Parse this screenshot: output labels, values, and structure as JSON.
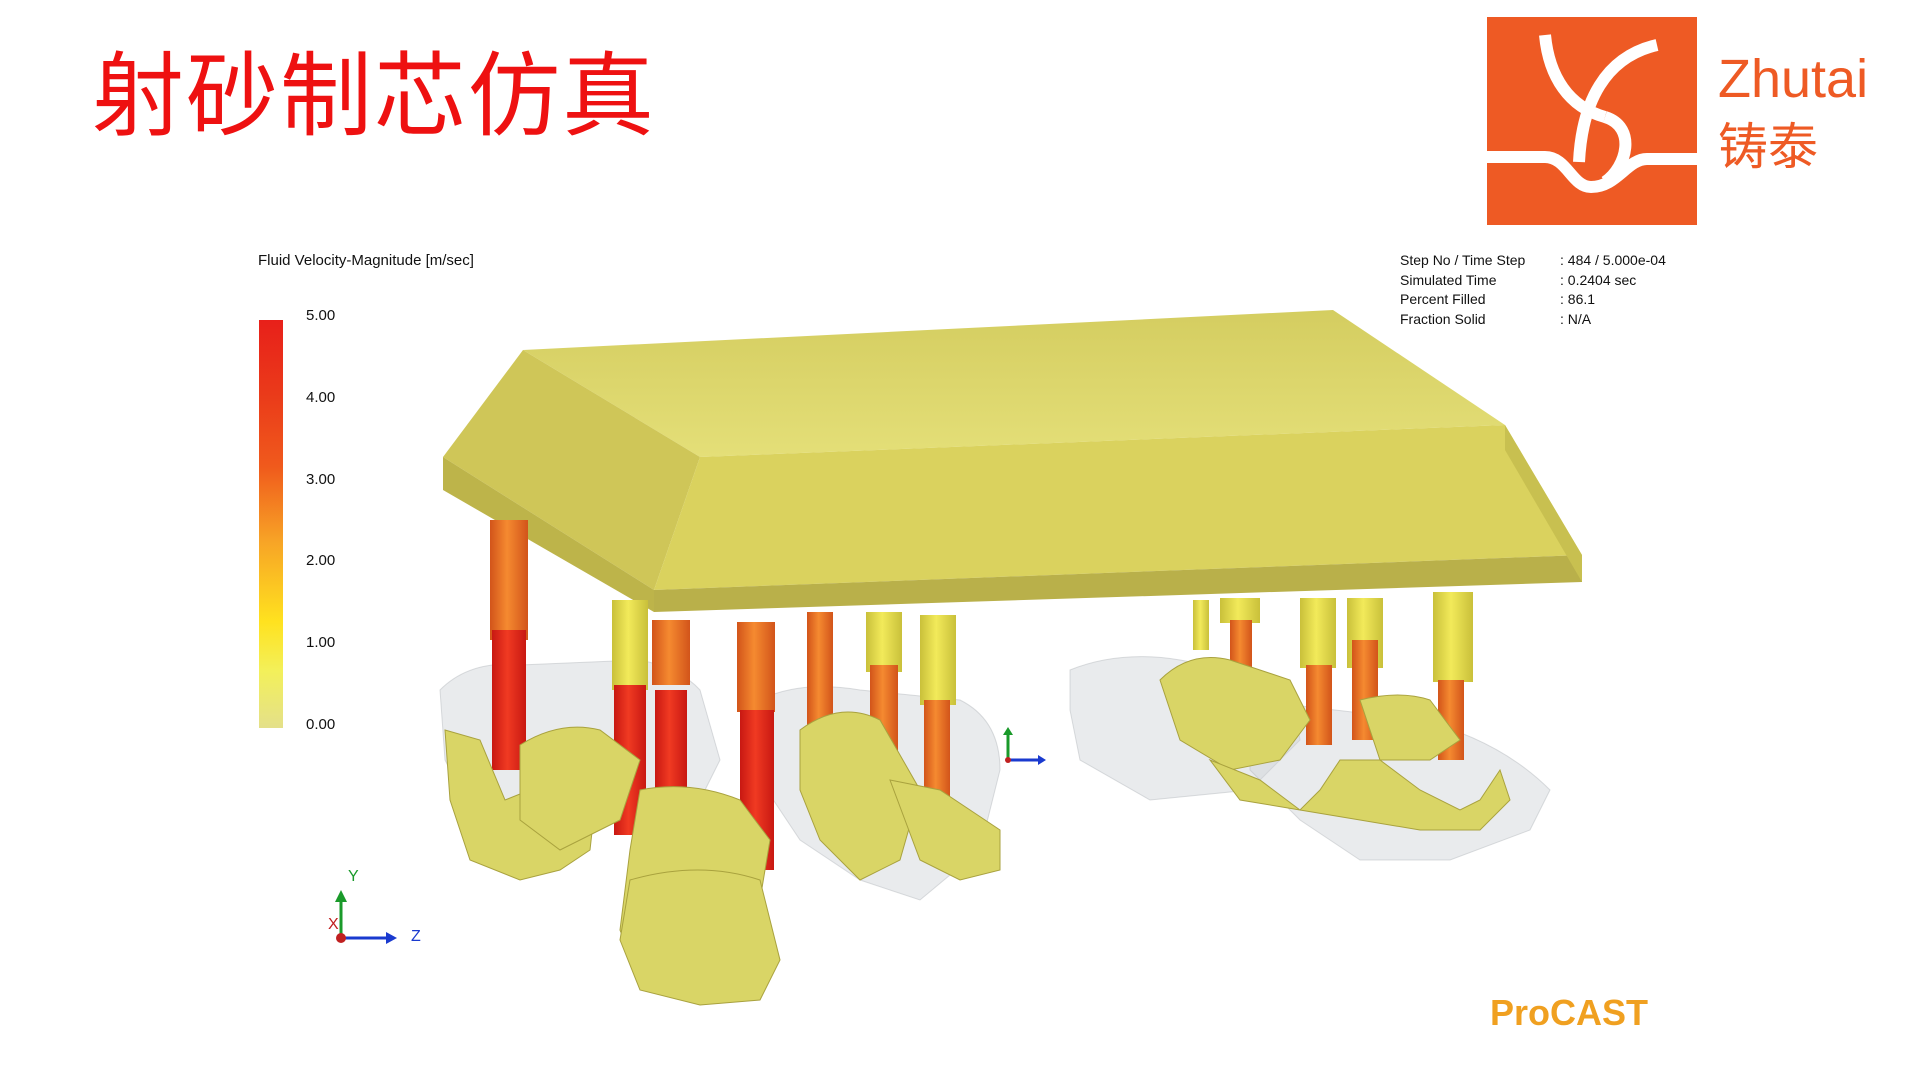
{
  "slide": {
    "title": "射砂制芯仿真"
  },
  "logo": {
    "name_en": "Zhutai",
    "name_cn": "铸泰",
    "color": "#ee5a24"
  },
  "legend": {
    "title": "Fluid Velocity-Magnitude [m/sec]",
    "ticks": [
      "5.00",
      "4.00",
      "3.00",
      "2.00",
      "1.00",
      "0.00"
    ],
    "min": 0.0,
    "max": 5.0,
    "colors": [
      "#e8201a",
      "#f05a1c",
      "#f7a326",
      "#ffe21f",
      "#e4e08a"
    ]
  },
  "sim_info": {
    "rows": [
      {
        "label": "Step No / Time Step",
        "value": ": 484 / 5.000e-04"
      },
      {
        "label": "Simulated Time",
        "value": ": 0.2404 sec"
      },
      {
        "label": "Percent Filled",
        "value": ": 86.1"
      },
      {
        "label": "Fraction Solid",
        "value": ": N/A"
      }
    ]
  },
  "axes": {
    "y": "Y",
    "x": "X",
    "z": "Z"
  },
  "brand": {
    "software": "ProCAST"
  }
}
